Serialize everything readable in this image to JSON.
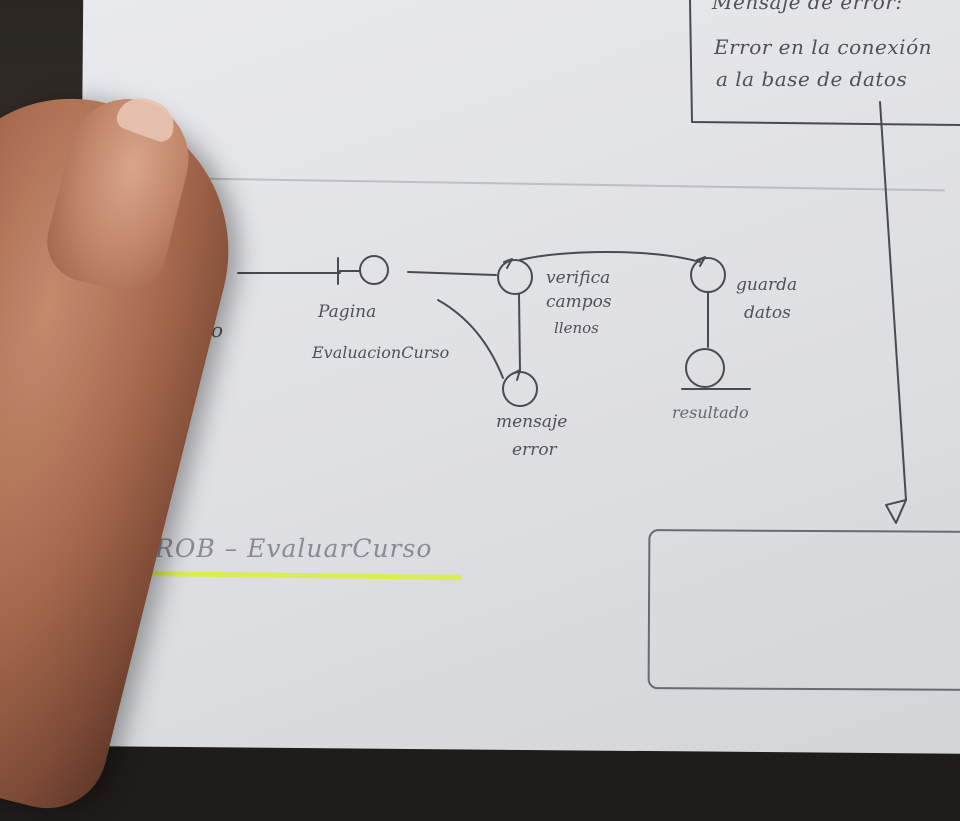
{
  "note": {
    "lines": [
      "Mensaje de error:",
      "Error en la conexión",
      "a la base de datos"
    ]
  },
  "diagram": {
    "actor_label": "alumno",
    "boundary_label": [
      "Pagina",
      "EvaluacionCurso"
    ],
    "control1_label": [
      "verifica",
      "campos",
      "llenos"
    ],
    "control2_label": [
      "guarda",
      "datos"
    ],
    "control3_label": [
      "mensaje",
      "error"
    ],
    "entity_label": "resultado"
  },
  "title": "ROB – EvaluarCurso",
  "colors": {
    "pencil": "#4a4a52",
    "highlighter": "#d9ef3a",
    "paper": "#e2e3e6"
  }
}
